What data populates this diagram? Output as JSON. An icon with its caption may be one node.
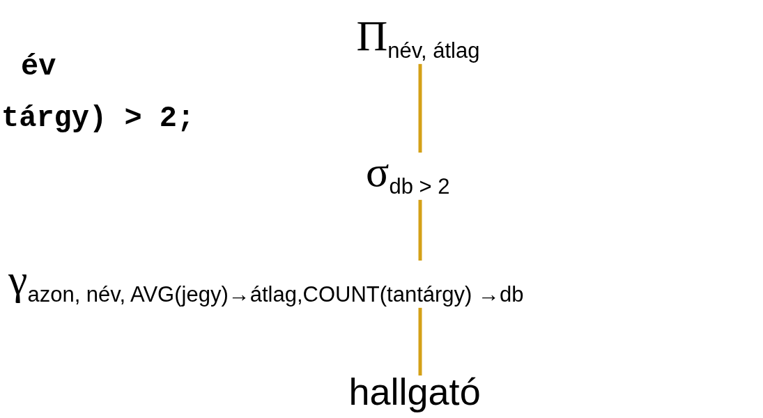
{
  "diagram": {
    "nodes": [
      {
        "text": [
          "Π$_{név, átlag}$"
        ]
      },
      {
        "text": [
          "σ$_{db > 2}$"
        ]
      },
      {
        "text": [
          "γ$_{azon, név, AVG(jegy)→átlag,COUNT(tantárgy) →db}$"
        ]
      },
      {
        "text": [
          "hallgató"
        ]
      }
    ],
    "edges": [
      {
        "from": 0,
        "to": 1,
        "arrow": "none"
      },
      {
        "from": 1,
        "to": 2,
        "arrow": "none"
      },
      {
        "from": 2,
        "to": 3,
        "arrow": "none"
      }
    ],
    "labels": [
      "év",
      "tárgy) > 2;"
    ]
  }
}
